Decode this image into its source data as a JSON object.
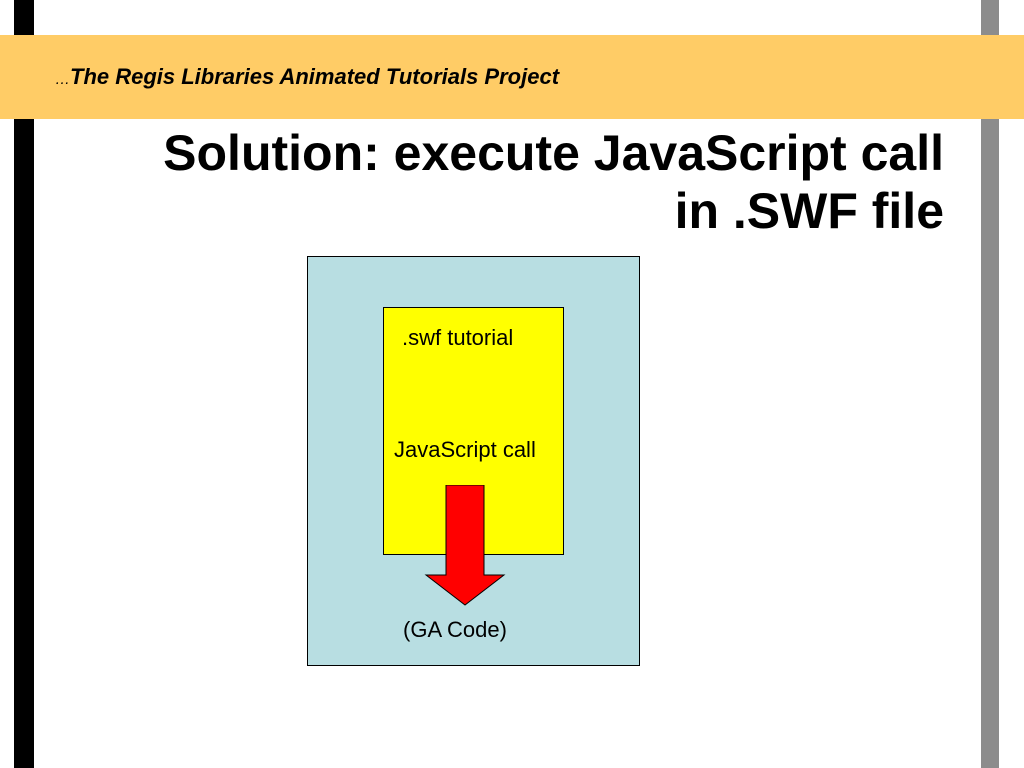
{
  "header": {
    "ellipsis": "…",
    "title": "The Regis Libraries Animated Tutorials Project"
  },
  "slide": {
    "title_line1": "Solution: execute JavaScript call",
    "title_line2": "in .SWF file"
  },
  "diagram": {
    "inner_label": ".swf tutorial",
    "call_label": "JavaScript call",
    "target_label": "(GA Code)"
  },
  "colors": {
    "header_band": "#ffcc66",
    "outer_box": "#b8dee2",
    "inner_box": "#ffff00",
    "arrow": "#ff0000",
    "left_bar": "#000000",
    "right_bar": "#8c8c8c"
  },
  "icons": {
    "arrow": "down-arrow-icon"
  }
}
